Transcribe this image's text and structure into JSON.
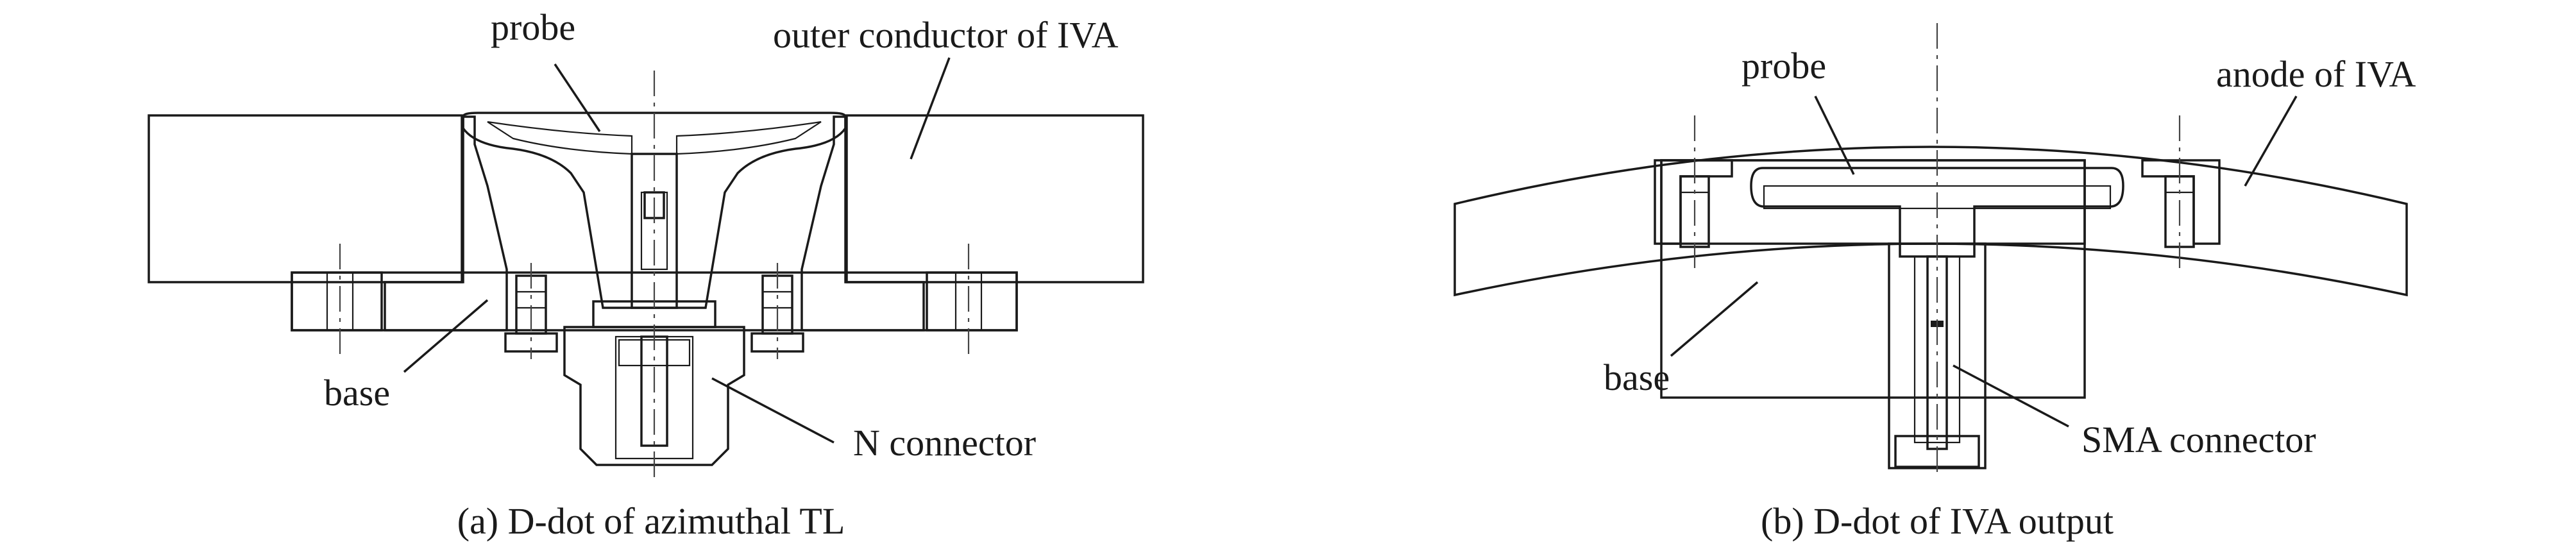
{
  "panel_a": {
    "labels": {
      "probe": "probe",
      "outer": "outer conductor of IVA",
      "base": "base",
      "connector": "N connector"
    },
    "caption": "(a) D-dot of azimuthal TL"
  },
  "panel_b": {
    "labels": {
      "probe": "probe",
      "anode": "anode of IVA",
      "base": "base",
      "connector": "SMA connector"
    },
    "caption": "(b) D-dot of IVA output"
  },
  "colors": {
    "line": "#1a1a1a",
    "background": "#ffffff"
  }
}
